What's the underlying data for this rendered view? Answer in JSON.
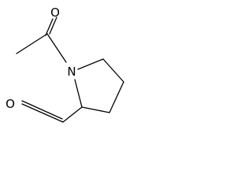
{
  "molecule": {
    "atoms": {
      "nitrogen": "N",
      "carbonyl_oxygen_top": "O",
      "aldehyde_oxygen": "O"
    },
    "colors": {
      "bond": "#000000",
      "label": "#000000",
      "background": "#ffffff"
    }
  }
}
